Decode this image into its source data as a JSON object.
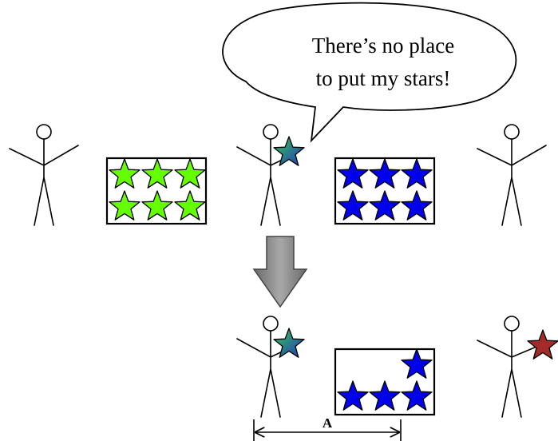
{
  "speech_bubble": {
    "line1": "There’s no place",
    "line2": "to put my stars!"
  },
  "distance_label": "A",
  "colors": {
    "green_star": "#66ff00",
    "blue_star": "#0000ee",
    "red_star": "#a52a2a",
    "gradient_star_start": "#33cc55",
    "gradient_star_end": "#2233bb",
    "arrow_fill_light": "#a8a8a8",
    "arrow_fill_dark": "#6a6a6a"
  }
}
